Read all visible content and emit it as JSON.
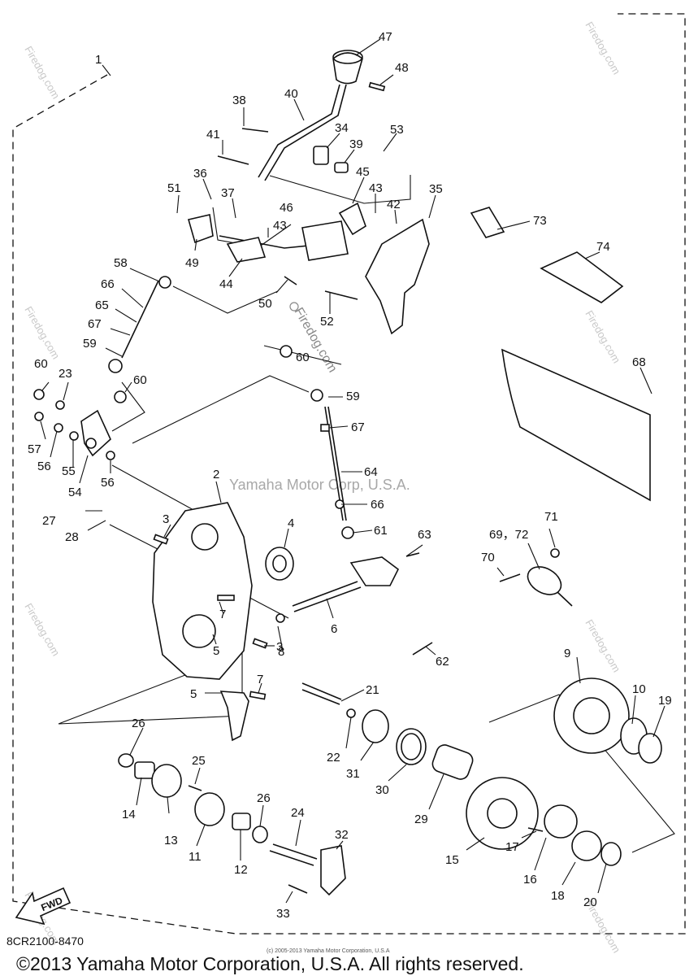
{
  "diagram_code": "8CR2100-8470",
  "copyright": "©2013 Yamaha Motor Corporation, U.S.A. All rights reserved.",
  "center_watermark": "Yamaha Motor Corp, U.S.A.",
  "site_watermark": "Firedog.com",
  "fine_print": "(c) 2005-2013 Yamaha Motor Corporation, U.S.A",
  "fwd_label": "FWD",
  "callouts": {
    "c1": "1",
    "c2": "2",
    "c3a": "3",
    "c3b": "3",
    "c4": "4",
    "c5a": "5",
    "c5b": "5",
    "c6": "6",
    "c7a": "7",
    "c7b": "7",
    "c8": "8",
    "c9": "9",
    "c10": "10",
    "c11": "11",
    "c12": "12",
    "c13": "13",
    "c14": "14",
    "c15": "15",
    "c16": "16",
    "c17": "17",
    "c18": "18",
    "c19": "19",
    "c20": "20",
    "c21": "21",
    "c22": "22",
    "c23": "23",
    "c24": "24",
    "c25": "25",
    "c26a": "26",
    "c26b": "26",
    "c27": "27",
    "c28": "28",
    "c29": "29",
    "c30": "30",
    "c31": "31",
    "c32": "32",
    "c33": "33",
    "c34": "34",
    "c35": "35",
    "c36": "36",
    "c37": "37",
    "c38": "38",
    "c39": "39",
    "c40": "40",
    "c41": "41",
    "c42": "42",
    "c43a": "43",
    "c43b": "43",
    "c44": "44",
    "c45": "45",
    "c46": "46",
    "c47": "47",
    "c48": "48",
    "c49": "49",
    "c50": "50",
    "c51": "51",
    "c52": "52",
    "c53": "53",
    "c54": "54",
    "c55": "55",
    "c56a": "56",
    "c56b": "56",
    "c57": "57",
    "c58": "58",
    "c59a": "59",
    "c59b": "59",
    "c60a": "60",
    "c60b": "60",
    "c60c": "60",
    "c61": "61",
    "c62": "62",
    "c63": "63",
    "c64": "64",
    "c65": "65",
    "c66a": "66",
    "c66b": "66",
    "c67a": "67",
    "c67b": "67",
    "c68": "68",
    "c6972": "69，72",
    "c70": "70",
    "c71": "71",
    "c73": "73",
    "c74": "74"
  }
}
